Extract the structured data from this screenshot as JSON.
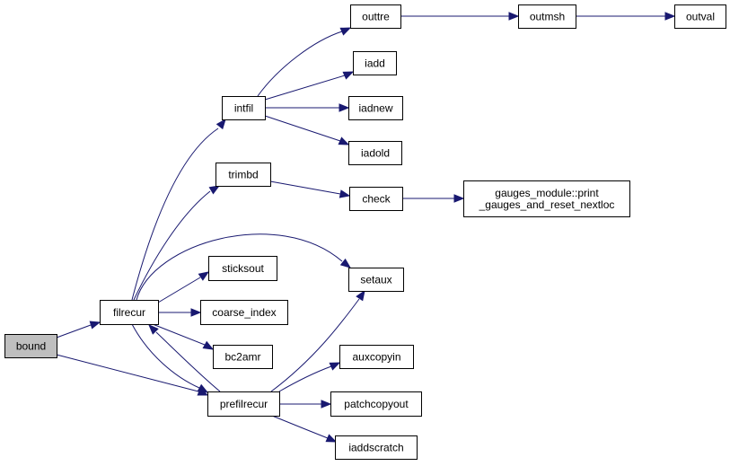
{
  "diagram": {
    "type": "call-graph",
    "colors": {
      "edge": "#191970",
      "root_fill": "#bfbfbf",
      "node_fill": "#ffffff",
      "border": "#000000"
    },
    "nodes": [
      {
        "id": "bound",
        "lines": [
          "bound"
        ],
        "root": true
      },
      {
        "id": "filrecur",
        "lines": [
          "filrecur"
        ]
      },
      {
        "id": "prefilrecur",
        "lines": [
          "prefilrecur"
        ]
      },
      {
        "id": "intfil",
        "lines": [
          "intfil"
        ]
      },
      {
        "id": "trimbd",
        "lines": [
          "trimbd"
        ]
      },
      {
        "id": "sticksout",
        "lines": [
          "sticksout"
        ]
      },
      {
        "id": "coarse_index",
        "lines": [
          "coarse_index"
        ]
      },
      {
        "id": "bc2amr",
        "lines": [
          "bc2amr"
        ]
      },
      {
        "id": "setaux",
        "lines": [
          "setaux"
        ]
      },
      {
        "id": "auxcopyin",
        "lines": [
          "auxcopyin"
        ]
      },
      {
        "id": "patchcopyout",
        "lines": [
          "patchcopyout"
        ]
      },
      {
        "id": "iaddscratch",
        "lines": [
          "iaddscratch"
        ]
      },
      {
        "id": "outtre",
        "lines": [
          "outtre"
        ]
      },
      {
        "id": "iadd",
        "lines": [
          "iadd"
        ]
      },
      {
        "id": "iadnew",
        "lines": [
          "iadnew"
        ]
      },
      {
        "id": "iadold",
        "lines": [
          "iadold"
        ]
      },
      {
        "id": "check",
        "lines": [
          "check"
        ]
      },
      {
        "id": "outmsh",
        "lines": [
          "outmsh"
        ]
      },
      {
        "id": "outval",
        "lines": [
          "outval"
        ]
      },
      {
        "id": "gauges",
        "lines": [
          "gauges_module::print",
          "_gauges_and_reset_nextloc"
        ]
      }
    ],
    "edges": [
      {
        "from": "bound",
        "to": "filrecur"
      },
      {
        "from": "bound",
        "to": "prefilrecur"
      },
      {
        "from": "filrecur",
        "to": "intfil"
      },
      {
        "from": "filrecur",
        "to": "trimbd"
      },
      {
        "from": "filrecur",
        "to": "setaux"
      },
      {
        "from": "filrecur",
        "to": "sticksout"
      },
      {
        "from": "filrecur",
        "to": "coarse_index"
      },
      {
        "from": "filrecur",
        "to": "bc2amr"
      },
      {
        "from": "filrecur",
        "to": "prefilrecur"
      },
      {
        "from": "prefilrecur",
        "to": "filrecur"
      },
      {
        "from": "prefilrecur",
        "to": "setaux"
      },
      {
        "from": "prefilrecur",
        "to": "auxcopyin"
      },
      {
        "from": "prefilrecur",
        "to": "patchcopyout"
      },
      {
        "from": "prefilrecur",
        "to": "iaddscratch"
      },
      {
        "from": "intfil",
        "to": "outtre"
      },
      {
        "from": "intfil",
        "to": "iadd"
      },
      {
        "from": "intfil",
        "to": "iadnew"
      },
      {
        "from": "intfil",
        "to": "iadold"
      },
      {
        "from": "trimbd",
        "to": "check"
      },
      {
        "from": "check",
        "to": "gauges"
      },
      {
        "from": "outtre",
        "to": "outmsh"
      },
      {
        "from": "outmsh",
        "to": "outval"
      }
    ]
  }
}
